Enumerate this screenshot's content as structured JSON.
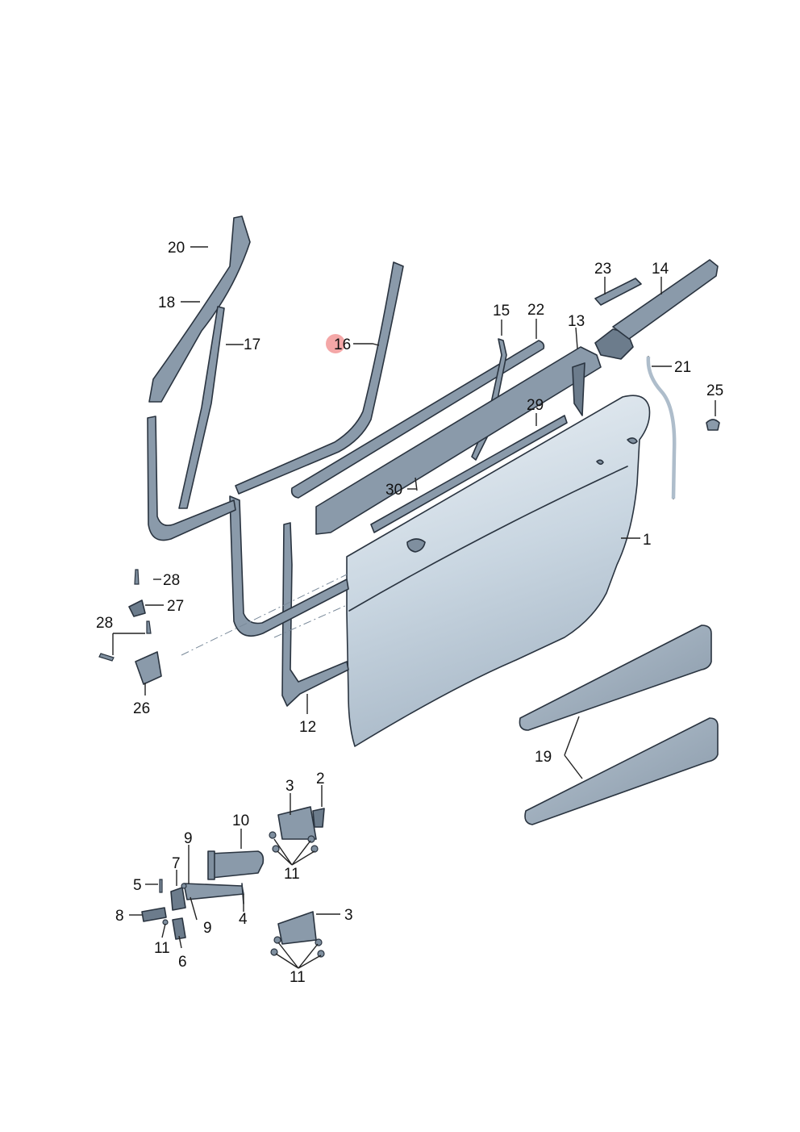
{
  "diagram": {
    "callouts": {
      "c1": "1",
      "c2": "2",
      "c3a": "3",
      "c3b": "3",
      "c4": "4",
      "c5": "5",
      "c6": "6",
      "c7": "7",
      "c8": "8",
      "c9a": "9",
      "c9b": "9",
      "c10": "10",
      "c11a": "11",
      "c11b": "11",
      "c11c": "11",
      "c12": "12",
      "c13": "13",
      "c14": "14",
      "c15": "15",
      "c16": "16",
      "c17": "17",
      "c18": "18",
      "c19": "19",
      "c20": "20",
      "c21": "21",
      "c22": "22",
      "c23": "23",
      "c25": "25",
      "c26": "26",
      "c27": "27",
      "c28a": "28",
      "c28b": "28",
      "c29": "29",
      "c30": "30"
    },
    "colors": {
      "part_fill": "#aebdcb",
      "part_shade": "#6c7c8c",
      "outline": "#2a3440",
      "highlight_marker": "#f08a8a"
    },
    "highlighted_callout": "16"
  }
}
